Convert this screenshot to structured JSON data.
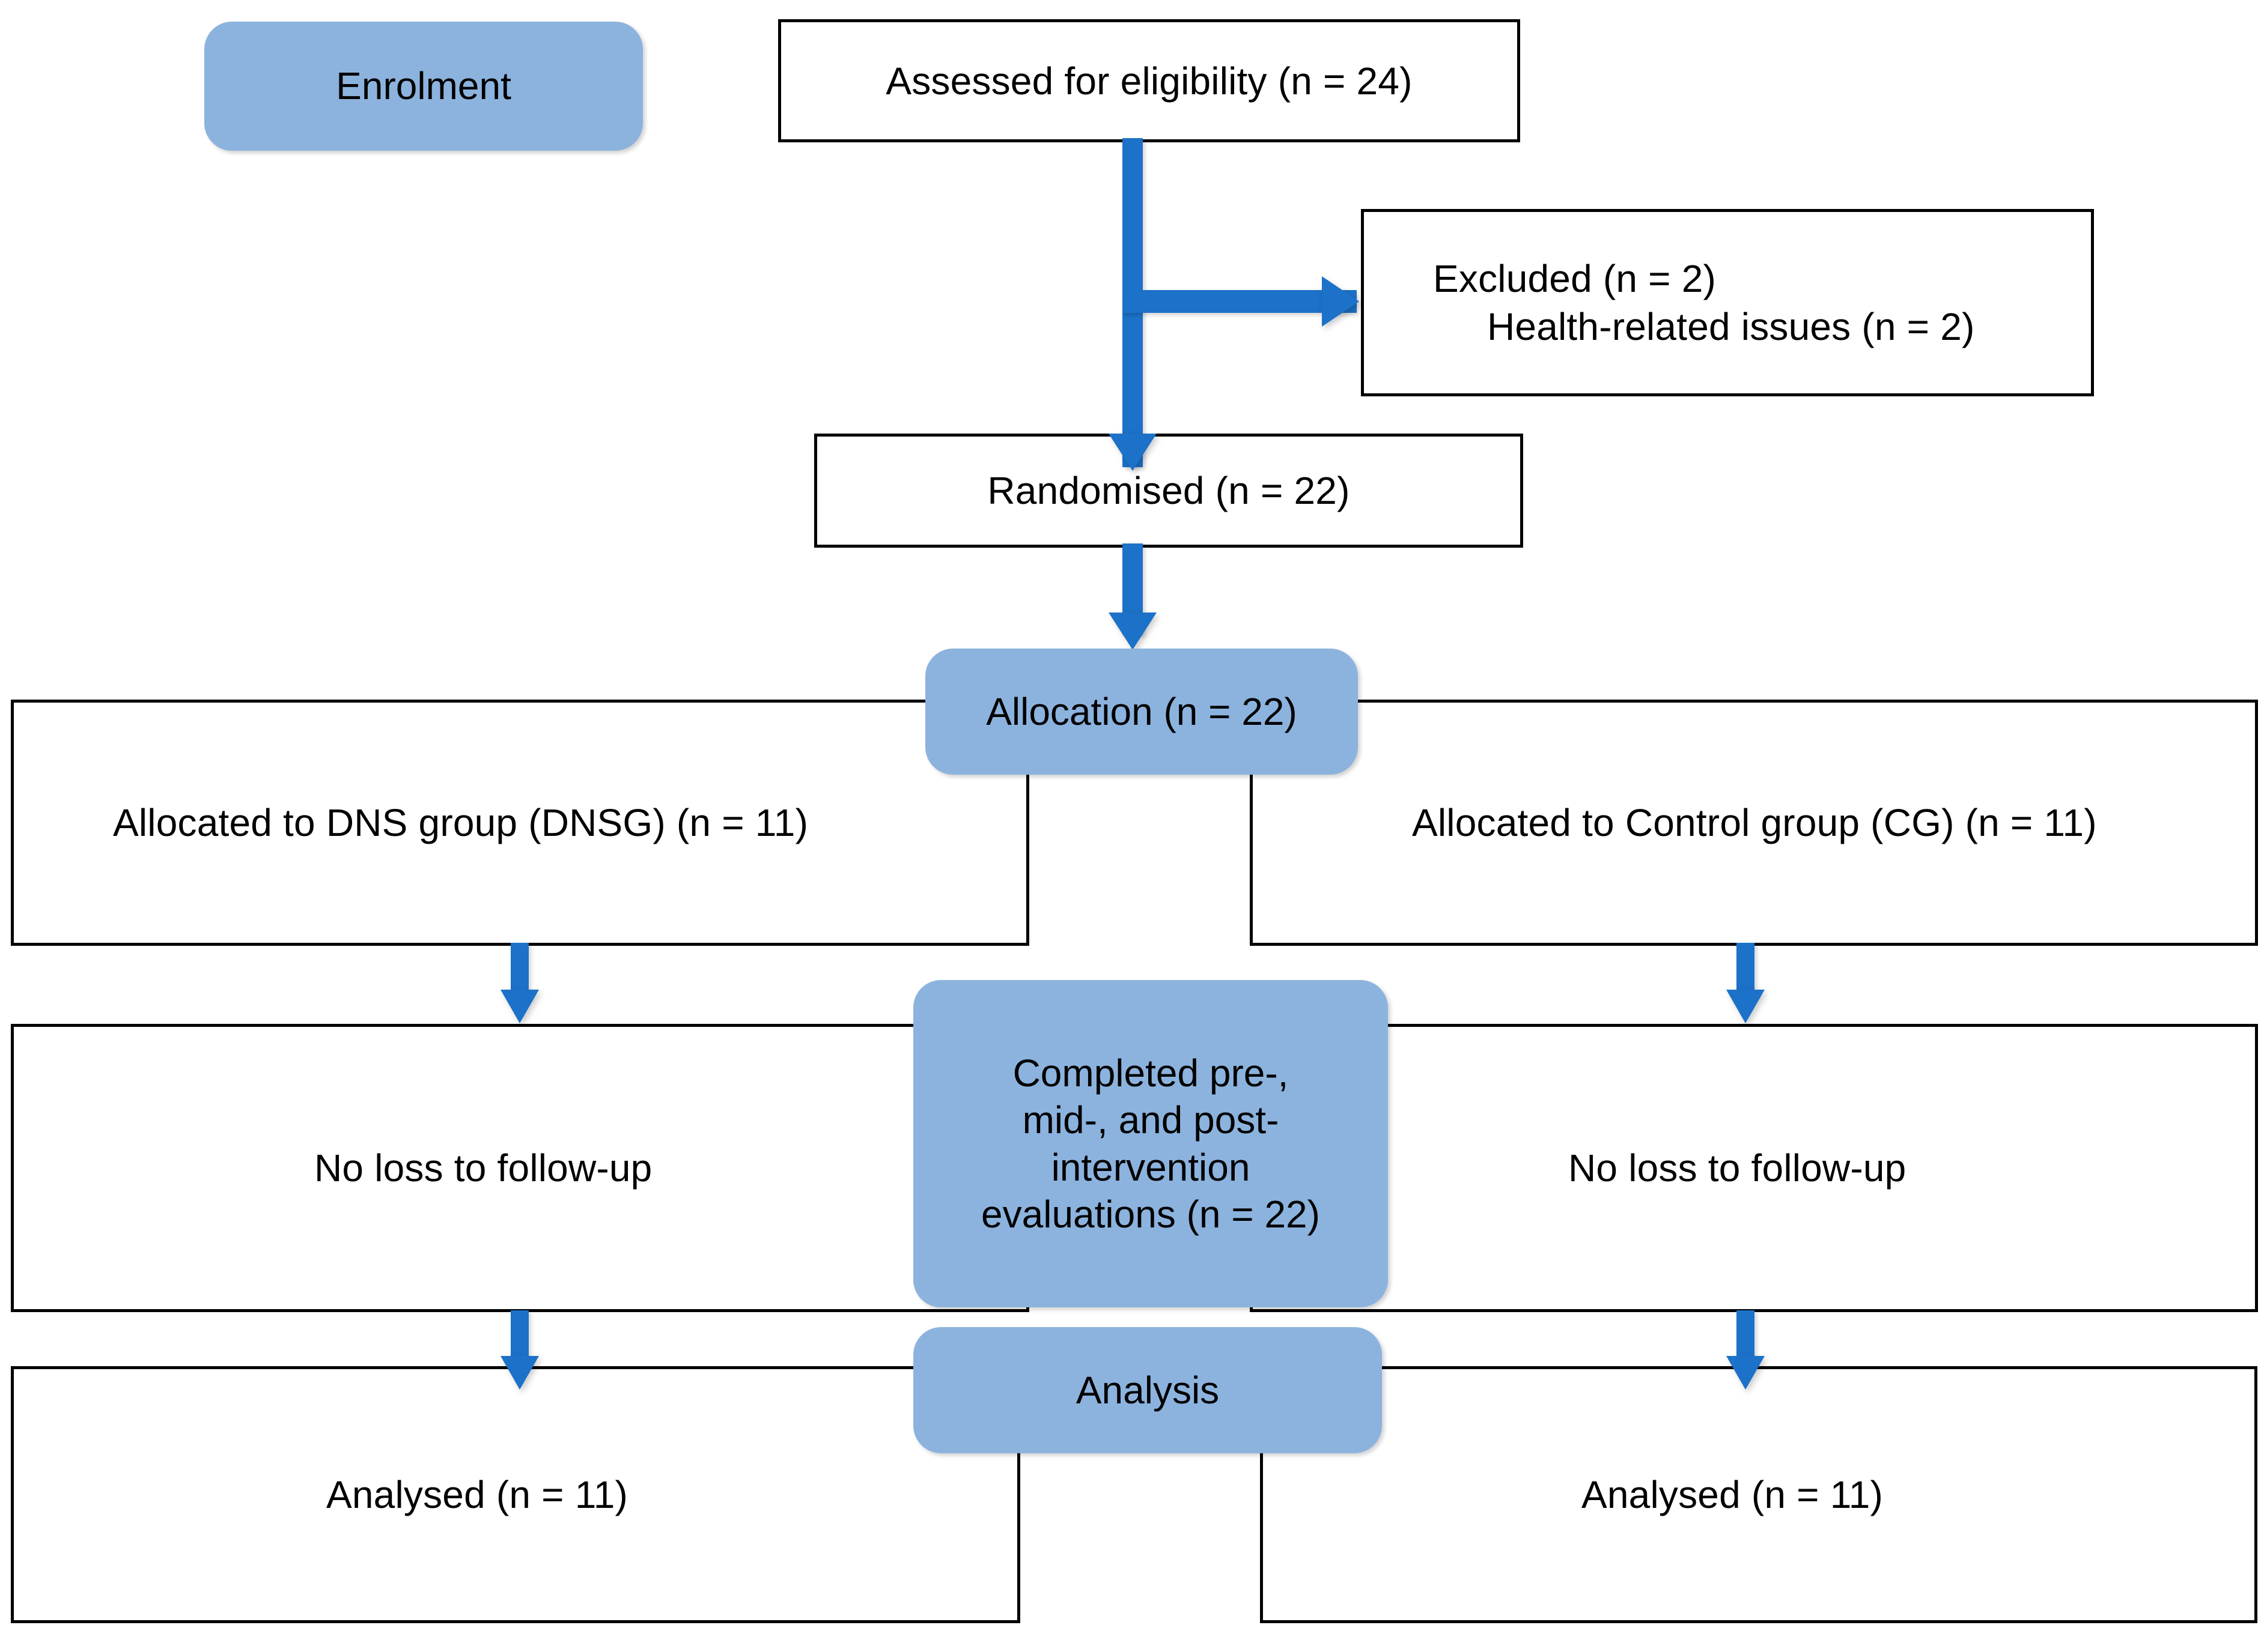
{
  "diagram": {
    "type": "consort-flow-diagram",
    "title": "CONSORT participant flow",
    "colors": {
      "badge_fill": "#8CB3DE",
      "arrow_blue": "#1C71C8",
      "box_border": "#000000",
      "box_fill": "#FFFFFF",
      "text": "#000000"
    }
  },
  "stages": {
    "enrolment": "Enrolment",
    "allocation": "Allocation (n = 22)",
    "follow_up": {
      "line1": "Completed pre-,",
      "line2": "mid-, and post-",
      "line3": "intervention",
      "line4": "evaluations (n = 22)"
    },
    "analysis": "Analysis"
  },
  "nodes": {
    "assessed": "Assessed for eligibility (n = 24)",
    "excluded": {
      "line1": "Excluded (n = 2)",
      "line2": "Health-related issues (n = 2)"
    },
    "randomised": "Randomised (n = 22)",
    "allocated_left": "Allocated to DNS group (DNSG) (n = 11)",
    "allocated_right": "Allocated to Control group (CG) (n = 11)",
    "follow_left": "No loss to follow-up",
    "follow_right": "No loss to follow-up",
    "analysed_left": "Analysed (n = 11)",
    "analysed_right": "Analysed (n = 11)"
  },
  "counts": {
    "assessed_n": 24,
    "excluded_n": 2,
    "health_related_issues_n": 2,
    "randomised_n": 22,
    "allocation_n": 22,
    "dnsg_allocated_n": 11,
    "cg_allocated_n": 11,
    "completed_evaluations_n": 22,
    "dnsg_analysed_n": 11,
    "cg_analysed_n": 11
  }
}
